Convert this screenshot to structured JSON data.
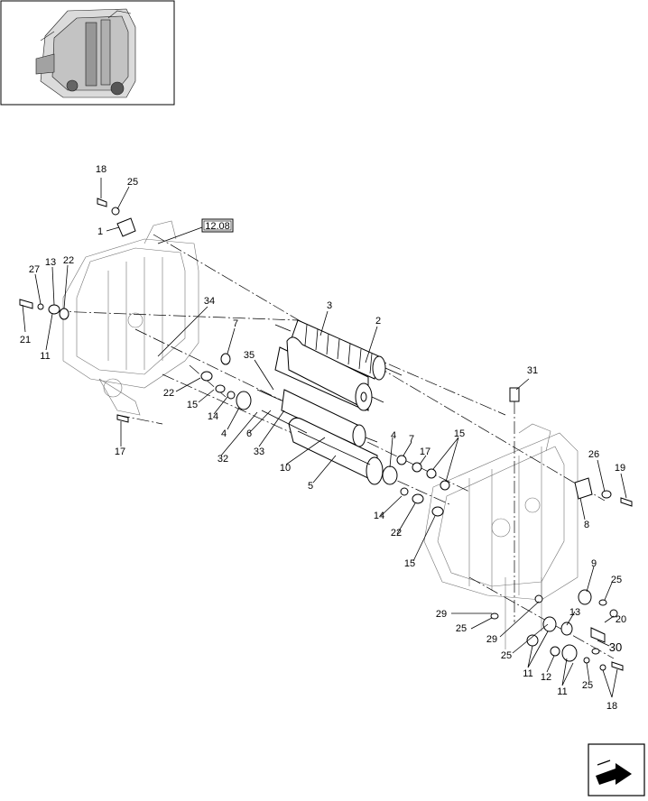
{
  "reference_box": {
    "label": "12.08"
  },
  "callouts": [
    {
      "id": "c18a",
      "text": "18"
    },
    {
      "id": "c25a",
      "text": "25"
    },
    {
      "id": "c1",
      "text": "1"
    },
    {
      "id": "c27",
      "text": "27"
    },
    {
      "id": "c13a",
      "text": "13"
    },
    {
      "id": "c22a",
      "text": "22"
    },
    {
      "id": "c21",
      "text": "21"
    },
    {
      "id": "c11a",
      "text": "11"
    },
    {
      "id": "c34",
      "text": "34"
    },
    {
      "id": "c3",
      "text": "3"
    },
    {
      "id": "c2",
      "text": "2"
    },
    {
      "id": "c7a",
      "text": "7"
    },
    {
      "id": "c35",
      "text": "35"
    },
    {
      "id": "c22b",
      "text": "22"
    },
    {
      "id": "c15a",
      "text": "15"
    },
    {
      "id": "c14a",
      "text": "14"
    },
    {
      "id": "c4a",
      "text": "4"
    },
    {
      "id": "c6",
      "text": "6"
    },
    {
      "id": "c17a",
      "text": "17"
    },
    {
      "id": "c32",
      "text": "32"
    },
    {
      "id": "c33",
      "text": "33"
    },
    {
      "id": "c10",
      "text": "10"
    },
    {
      "id": "c5",
      "text": "5"
    },
    {
      "id": "c31",
      "text": "31"
    },
    {
      "id": "c4b",
      "text": "4"
    },
    {
      "id": "c7b",
      "text": "7"
    },
    {
      "id": "c17b",
      "text": "17"
    },
    {
      "id": "c15b",
      "text": "15"
    },
    {
      "id": "c26",
      "text": "26"
    },
    {
      "id": "c19",
      "text": "19"
    },
    {
      "id": "c8",
      "text": "8"
    },
    {
      "id": "c14b",
      "text": "14"
    },
    {
      "id": "c22c",
      "text": "22"
    },
    {
      "id": "c15c",
      "text": "15"
    },
    {
      "id": "c9",
      "text": "9"
    },
    {
      "id": "c25b",
      "text": "25"
    },
    {
      "id": "c29a",
      "text": "29"
    },
    {
      "id": "c20",
      "text": "20"
    },
    {
      "id": "c25c",
      "text": "25"
    },
    {
      "id": "c29b",
      "text": "29"
    },
    {
      "id": "c13b",
      "text": "13"
    },
    {
      "id": "c30",
      "text": "30"
    },
    {
      "id": "c25d",
      "text": "25"
    },
    {
      "id": "c11b",
      "text": "11"
    },
    {
      "id": "c12",
      "text": "12"
    },
    {
      "id": "c11c",
      "text": "11"
    },
    {
      "id": "c25e",
      "text": "25"
    },
    {
      "id": "c18b",
      "text": "18"
    }
  ],
  "nav": {
    "icon": "next-page-arrow-icon"
  }
}
